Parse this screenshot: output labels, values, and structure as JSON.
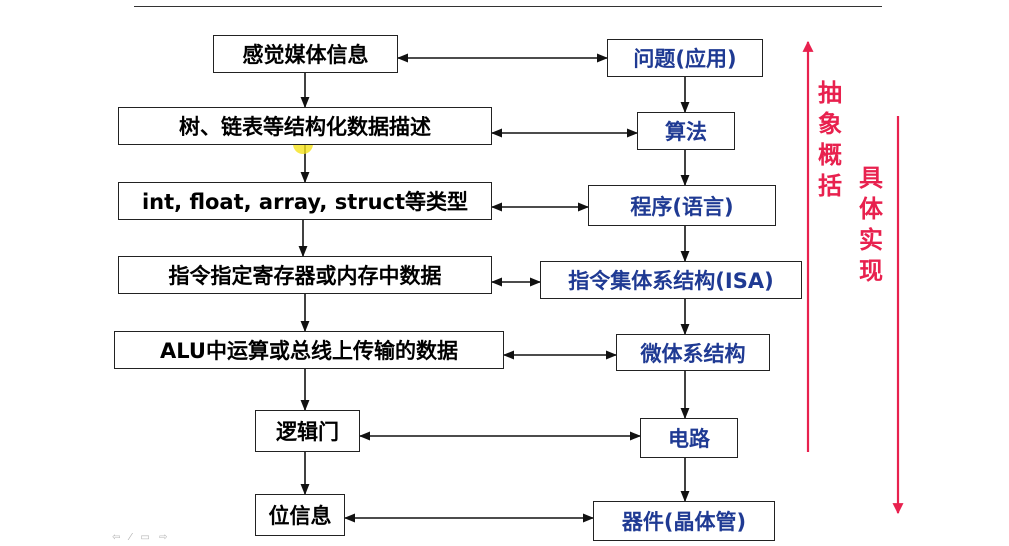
{
  "left_column": [
    "感觉媒体信息",
    "树、链表等结构化数据描述",
    "int, float, array, struct等类型",
    "指令指定寄存器或内存中数据",
    "ALU中运算或总线上传输的数据",
    "逻辑门",
    "位信息"
  ],
  "right_column": [
    "问题(应用)",
    "算法",
    "程序(语言)",
    "指令集体系结构(ISA)",
    "微体系结构",
    "电路",
    "器件(晶体管)"
  ],
  "side_labels": {
    "abstract": [
      "抽",
      "象",
      "概",
      "括"
    ],
    "concrete": [
      "具",
      "体",
      "实",
      "现"
    ]
  },
  "colors": {
    "arrow": "#111111",
    "side_label": "#e8214e",
    "right_text": "#1f3a93"
  },
  "icons": [
    "pointer-highlight-icon",
    "slide-nav-icons"
  ]
}
